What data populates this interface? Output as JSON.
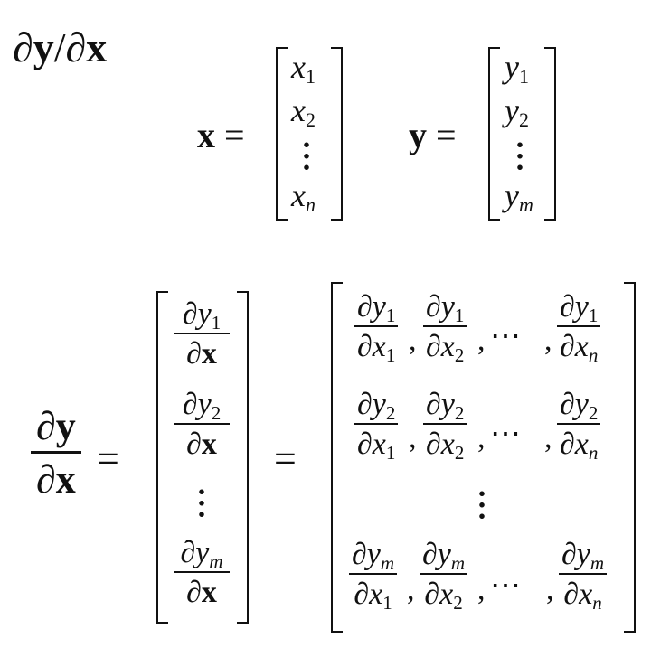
{
  "title": {
    "partial": "∂",
    "y": "y",
    "slash": "/",
    "x": "x"
  },
  "vec_x": {
    "name": "x",
    "eq": "=",
    "base": "x",
    "subs": [
      "1",
      "2",
      "n"
    ]
  },
  "vec_y": {
    "name": "y",
    "eq": "=",
    "base": "y",
    "subs": [
      "1",
      "2",
      "m"
    ]
  },
  "lhs": {
    "num": "∂y",
    "den": "∂x",
    "eq": "="
  },
  "column": {
    "entries": [
      {
        "num_base": "∂y",
        "num_sub": "1",
        "den": "∂x"
      },
      {
        "num_base": "∂y",
        "num_sub": "2",
        "den": "∂x"
      },
      {
        "num_base": "∂y",
        "num_sub": "m",
        "den": "∂x"
      }
    ],
    "eq": "="
  },
  "matrix": {
    "rows": [
      {
        "num_base": "∂y",
        "num_sub": "1",
        "den_base": "∂x",
        "den_subs": [
          "1",
          "2",
          "n"
        ]
      },
      {
        "num_base": "∂y",
        "num_sub": "2",
        "den_base": "∂x",
        "den_subs": [
          "1",
          "2",
          "n"
        ]
      },
      {
        "num_base": "∂y",
        "num_sub": "m",
        "den_base": "∂x",
        "den_subs": [
          "1",
          "2",
          "n"
        ]
      }
    ],
    "separator": ",",
    "cdots": "⋯"
  }
}
